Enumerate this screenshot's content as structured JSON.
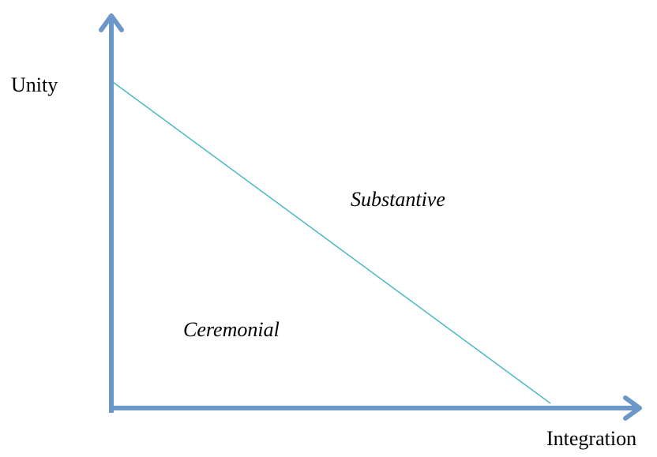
{
  "diagram": {
    "y_axis_label": "Unity",
    "x_axis_label": "Integration",
    "regions": {
      "upper_label": "Substantive",
      "lower_label": "Ceremonial"
    },
    "colors": {
      "axis": "#6b97c9",
      "divider": "#4bb8c8",
      "text": "#000000"
    }
  }
}
